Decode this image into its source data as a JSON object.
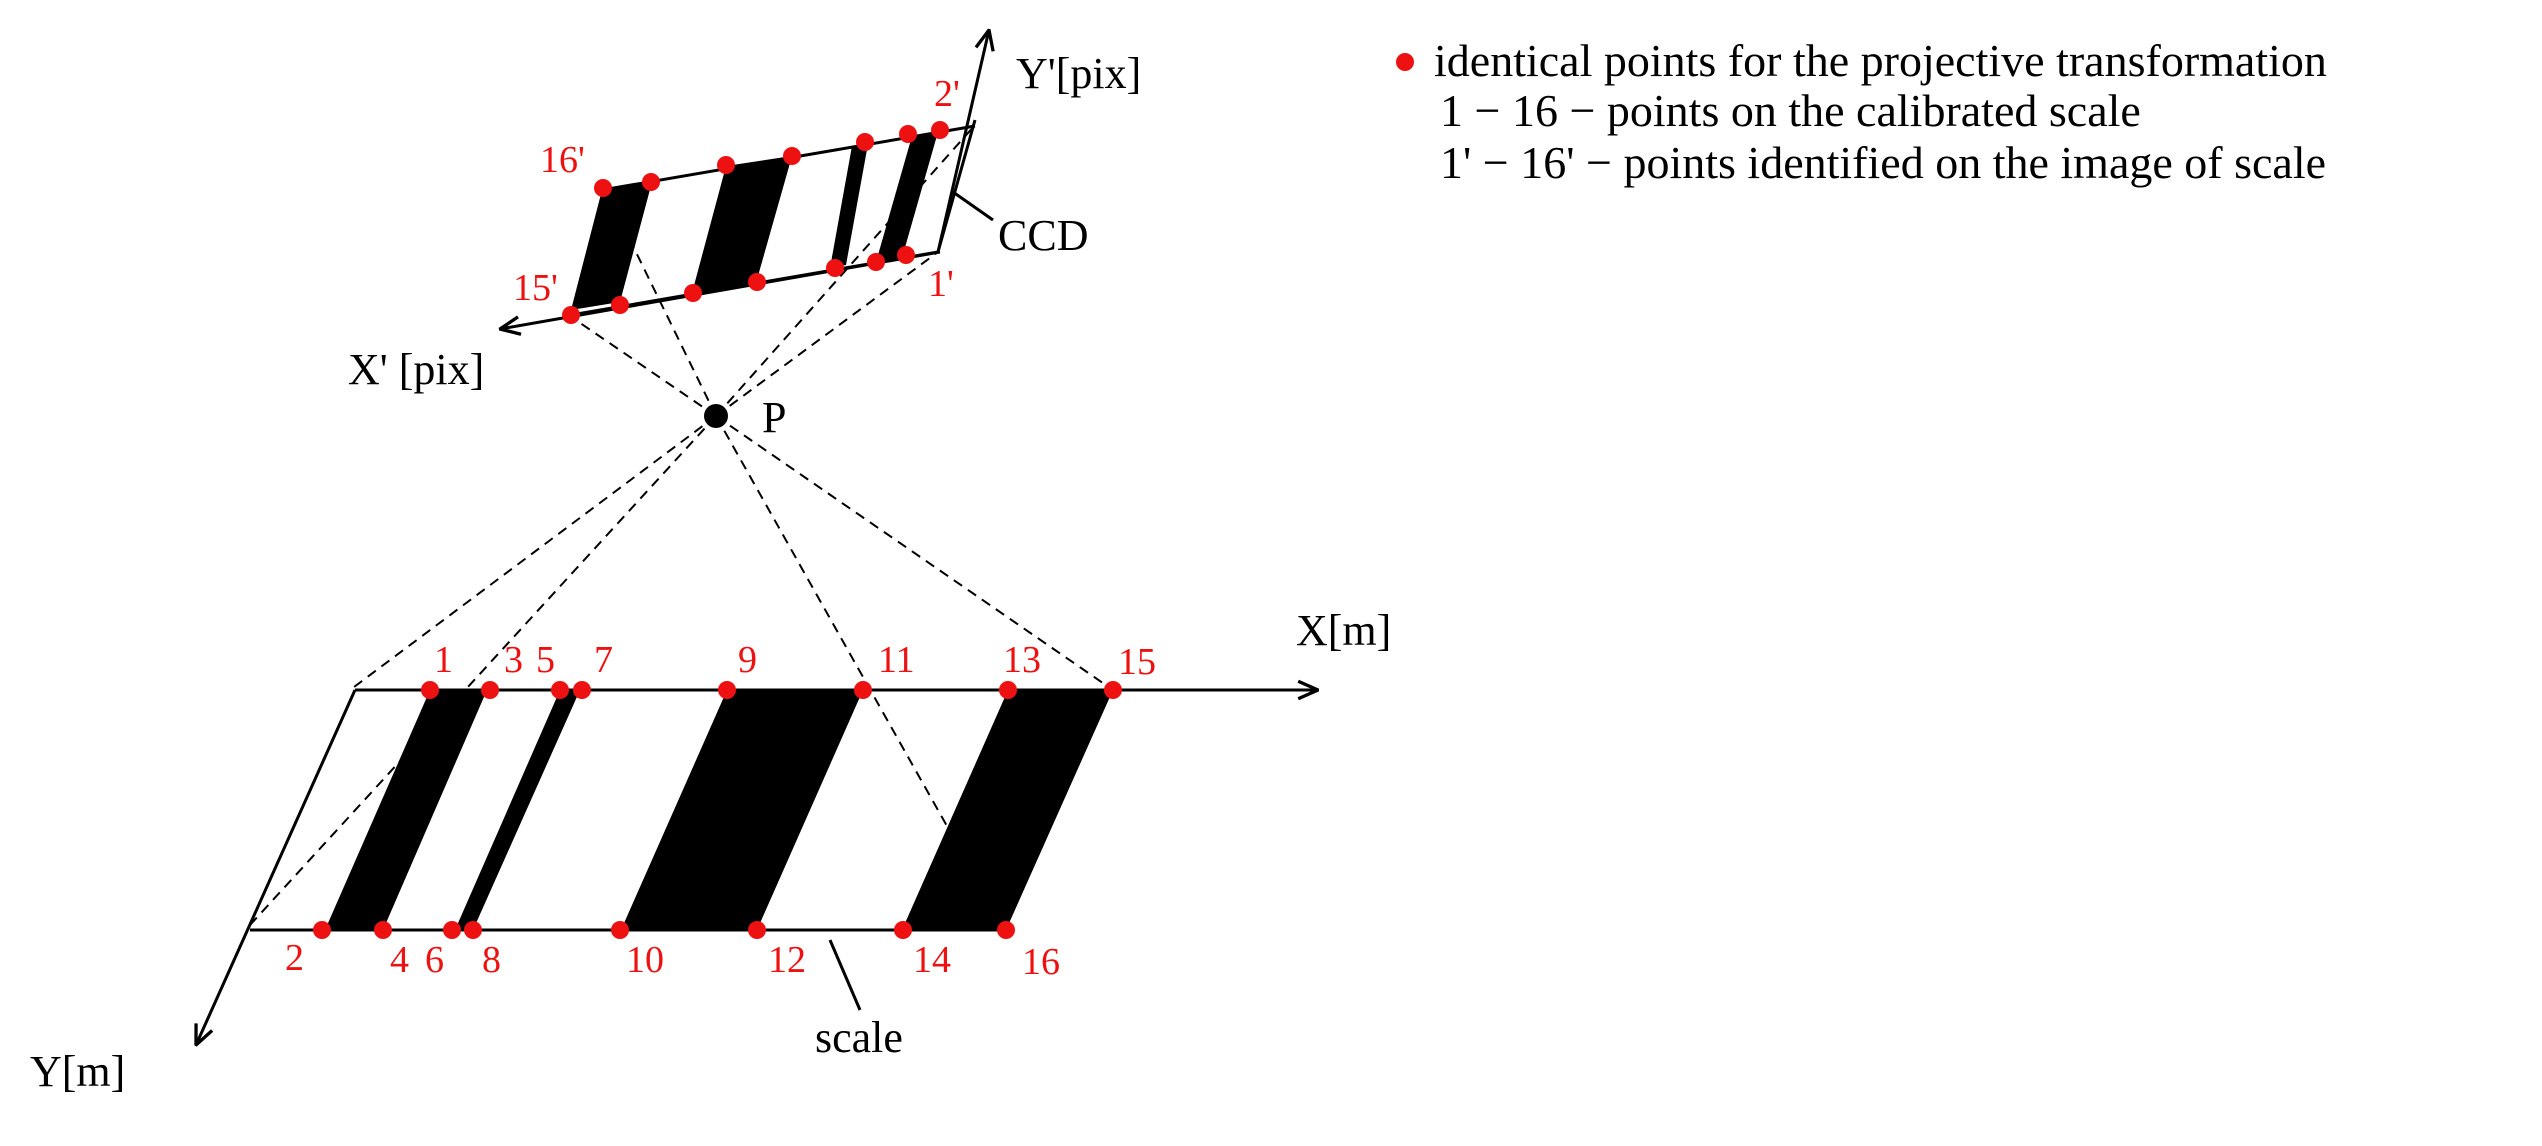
{
  "colors": {
    "points": "#ee1111",
    "lines": "#000000",
    "fill": "#000000",
    "background": "#ffffff"
  },
  "legend": {
    "line1": "identical points for the projective transformation",
    "line2": "1 − 16 − points on the calibrated scale",
    "line3": "1' − 16' − points identified on the image of scale"
  },
  "labels": {
    "y_prime_axis": "Y'[pix]",
    "x_prime_axis": "X' [pix]",
    "ccd": "CCD",
    "projection_center": "P",
    "x_axis": "X[m]",
    "y_axis": "Y[m]",
    "scale": "scale"
  },
  "scale_points_top": [
    "1",
    "3",
    "5",
    "7",
    "9",
    "11",
    "13",
    "15"
  ],
  "scale_points_bottom": [
    "2",
    "4",
    "6",
    "8",
    "10",
    "12",
    "14",
    "16"
  ],
  "image_points": [
    "16'",
    "15'",
    "2'",
    "1'"
  ]
}
